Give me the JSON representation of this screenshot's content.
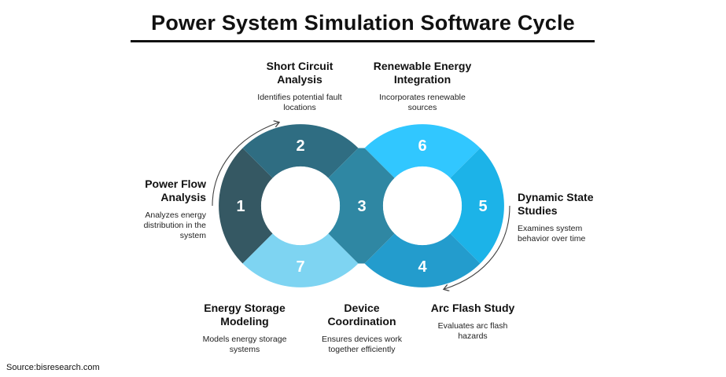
{
  "title": "Power System Simulation Software Cycle",
  "segments": [
    {
      "number": "1",
      "color": "#355863"
    },
    {
      "number": "2",
      "color": "#2f6d82"
    },
    {
      "number": "3",
      "color": "#2f87a3"
    },
    {
      "number": "4",
      "color": "#239ccd"
    },
    {
      "number": "5",
      "color": "#1cb3e8"
    },
    {
      "number": "6",
      "color": "#31c7ff"
    },
    {
      "number": "7",
      "color": "#7ed4f2"
    }
  ],
  "labels": {
    "short_circuit": {
      "title": "Short Circuit\nAnalysis",
      "desc": "Identifies potential fault\nlocations"
    },
    "renewable": {
      "title": "Renewable Energy\nIntegration",
      "desc": "Incorporates renewable\nsources"
    },
    "power_flow": {
      "title": "Power Flow\nAnalysis",
      "desc": "Analyzes energy\ndistribution in the\nsystem"
    },
    "dynamic_state": {
      "title": "Dynamic State\nStudies",
      "desc": "Examines system\nbehavior over time"
    },
    "energy_storage": {
      "title": "Energy Storage\nModeling",
      "desc": "Models energy storage\nsystems"
    },
    "device_coordination": {
      "title": "Device\nCoordination",
      "desc": "Ensures devices work\ntogether efficiently"
    },
    "arc_flash": {
      "title": "Arc Flash Study",
      "desc": "Evaluates arc flash\nhazards"
    }
  },
  "source": "Source:bisresearch.com"
}
